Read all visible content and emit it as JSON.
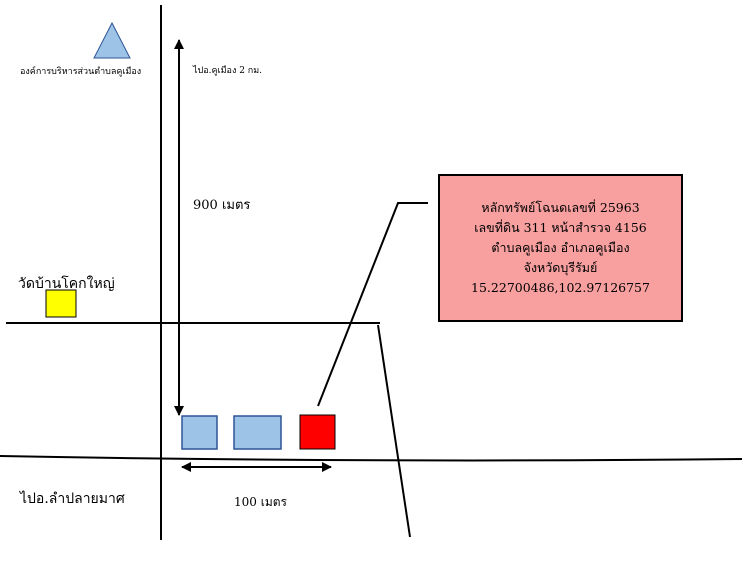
{
  "labels": {
    "org": "องค์การบริหารส่วนตำบลคูเมือง",
    "north_dir": "ไปอ.คูเมือง 2 กม.",
    "distance_vertical": "900 เมตร",
    "temple": "วัดบ้านโคกใหญ่",
    "south_dir": "ไปอ.ลำปลายมาศ",
    "distance_horizontal": "100 เมตร"
  },
  "infobox": {
    "lines": [
      "หลักทรัพย์โฉนดเลขที่ 25963",
      "เลขที่ดิน 311  หน้าสำรวจ  4156",
      "ตำบลคูเมือง  อำเภอคูเมือง",
      "จังหวัดบุรีรัมย์",
      "15.22700486,102.97126757"
    ]
  },
  "colors": {
    "org_marker": "#9dc3e6",
    "temple_marker": "#ffff00",
    "neighbor_plot": "#9dc3e6",
    "target_plot": "#ff0000",
    "infobox_fill": "#f8a0a0"
  },
  "icons": {
    "org_marker": "triangle",
    "temple_marker": "square"
  }
}
